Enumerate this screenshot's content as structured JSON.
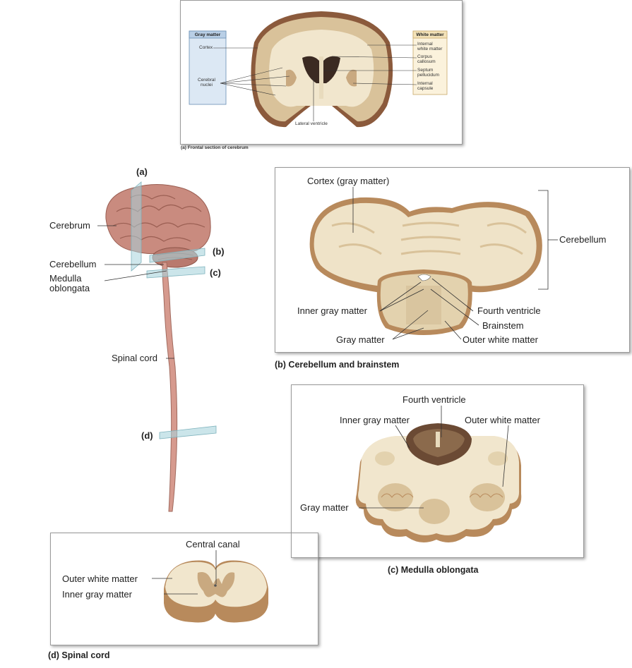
{
  "panel_a": {
    "gray_matter_header": "Gray matter",
    "white_matter_header": "White matter",
    "cortex": "Cortex",
    "cerebral_nuclei": "Cerebral\nnuclei",
    "internal_white_matter": "Internal\nwhite matter",
    "corpus_callosum": "Corpus\ncallosum",
    "septum_pellucidum": "Septum\npellucidum",
    "internal_capsule": "Internal\ncapsule",
    "lateral_ventricle": "Lateral ventricle",
    "caption": "(a) Frontal section of cerebrum"
  },
  "overview": {
    "plane_a": "(a)",
    "plane_b": "(b)",
    "plane_c": "(c)",
    "plane_d": "(d)",
    "cerebrum": "Cerebrum",
    "cerebellum": "Cerebellum",
    "medulla": "Medulla\noblongata",
    "spinal_cord": "Spinal cord"
  },
  "panel_b": {
    "cortex": "Cortex (gray matter)",
    "cerebellum": "Cerebellum",
    "inner_gray": "Inner gray matter",
    "fourth_ventricle": "Fourth ventricle",
    "brainstem": "Brainstem",
    "gray_matter": "Gray matter",
    "outer_white": "Outer white matter",
    "caption": "(b) Cerebellum and brainstem"
  },
  "panel_c": {
    "fourth_ventricle": "Fourth ventricle",
    "inner_gray": "Inner gray matter",
    "outer_white": "Outer white matter",
    "gray_matter": "Gray matter",
    "caption": "(c) Medulla oblongata"
  },
  "panel_d": {
    "central_canal": "Central canal",
    "outer_white": "Outer white matter",
    "inner_gray": "Inner gray matter",
    "caption": "(d) Spinal cord"
  },
  "colors": {
    "tissue_light": "#efe3c8",
    "tissue_mid": "#d9c29a",
    "tissue_edge": "#b88a5c",
    "brain_pink": "#c98b7f",
    "gray_box": "#dce8f4",
    "white_box": "#fbf2dc"
  }
}
